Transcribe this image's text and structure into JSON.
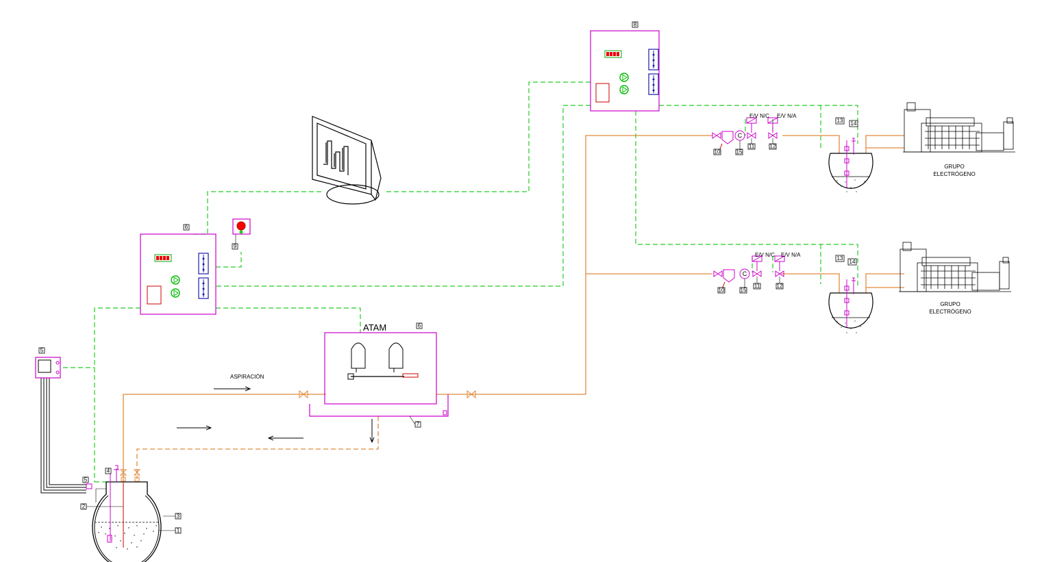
{
  "labels": {
    "atam": "ATAM",
    "aspiracion": "ASPIRACIÓN",
    "ev_nc": "E/V N/C",
    "ev_na": "E/V N/A",
    "grupo": "GRUPO",
    "electrogeno": "ELECTRÓGENO"
  },
  "tags": {
    "t1": "1",
    "t2": "2",
    "t3": "3",
    "t4": "4",
    "t5": "5",
    "t6": "6",
    "t7": "7",
    "t8": "8",
    "t9": "9",
    "t10": "10",
    "t11": "11",
    "t12": "12",
    "t13": "13",
    "t14": "14",
    "t15": "15"
  },
  "colors": {
    "signal": "#22cc22",
    "fuel": "#e08a3c",
    "equipment": "#cc00cc",
    "instrument": "#1a1aaa",
    "alarm": "#ff0000"
  }
}
